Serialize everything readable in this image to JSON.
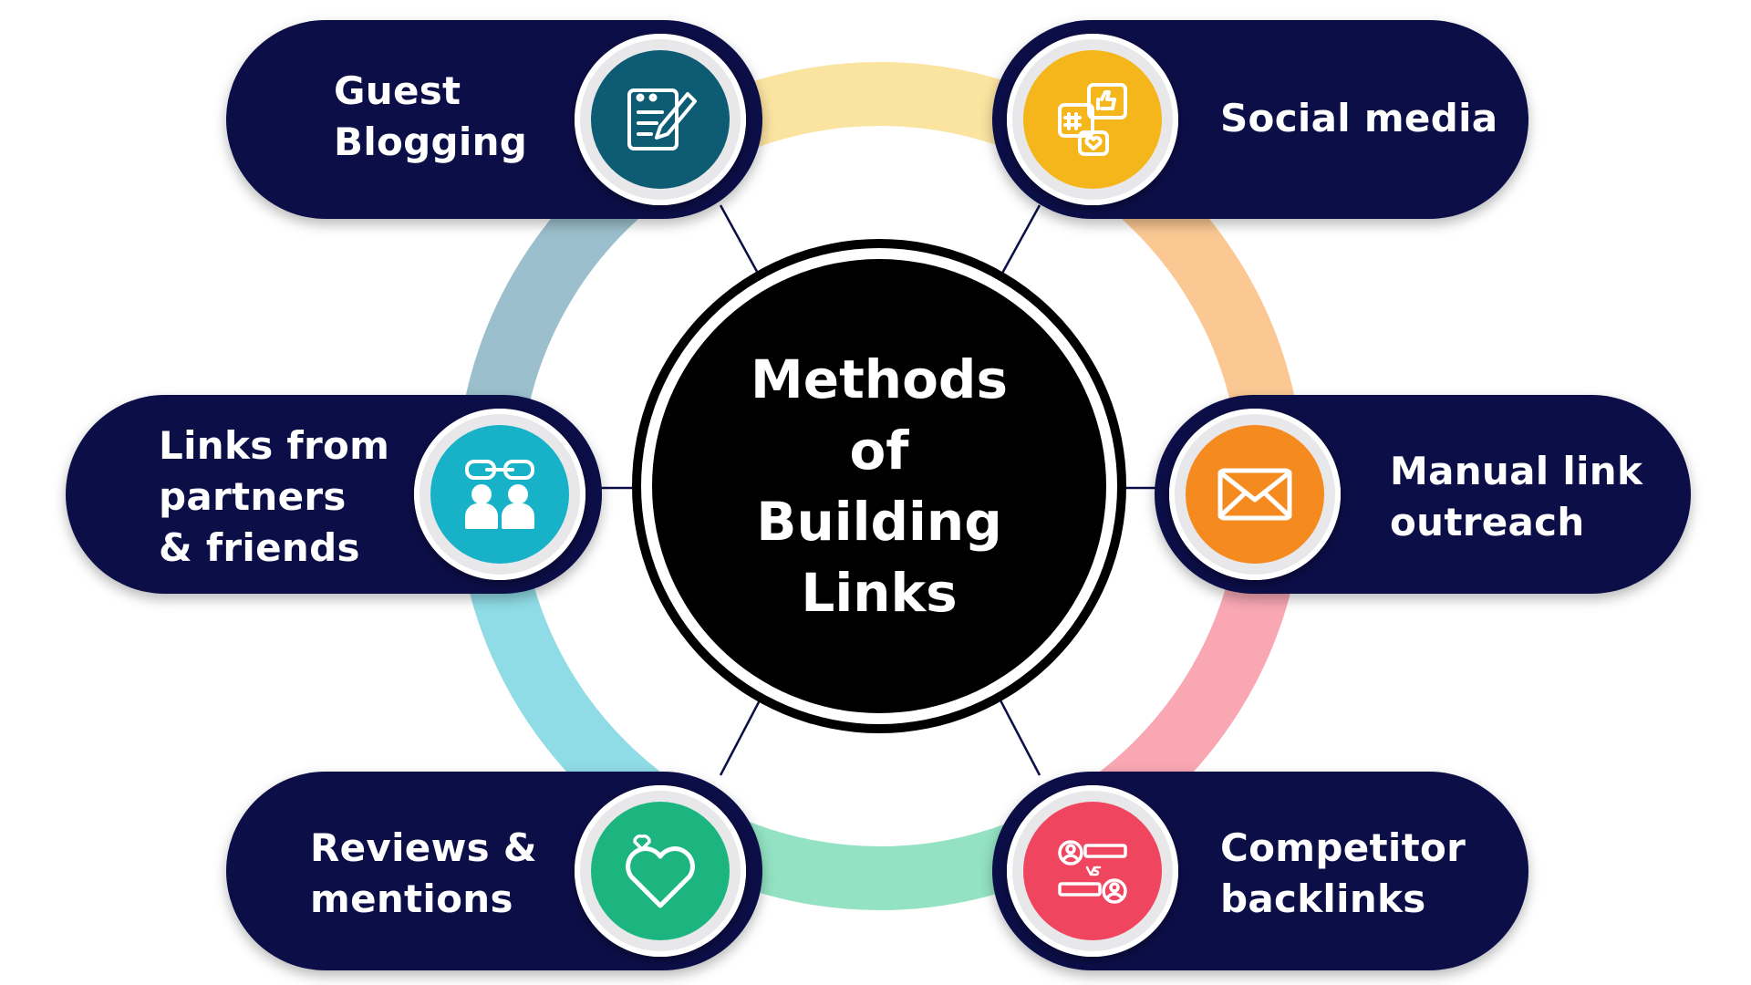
{
  "center": {
    "title": "Methods\nof\nBuilding\nLinks"
  },
  "methods": [
    {
      "label": "Guest\nBlogging",
      "icon": "notepad-pen-icon",
      "color": "#0e5c73",
      "ring_color": "#9bbfcc"
    },
    {
      "label": "Social media",
      "icon": "social-media-icon",
      "color": "#f4b61a",
      "ring_color": "#fbd98b"
    },
    {
      "label": "Links from\npartners\n& friends",
      "icon": "linked-partners-icon",
      "color": "#18b2c8",
      "ring_color": "#8fdbe6"
    },
    {
      "label": "Manual link\noutreach",
      "icon": "envelope-icon",
      "color": "#f58a1f",
      "ring_color": "#fbc893"
    },
    {
      "label": "Reviews &\nmentions",
      "icon": "hearts-icon",
      "color": "#1db57f",
      "ring_color": "#93e2c3"
    },
    {
      "label": "Competitor\nbacklinks",
      "icon": "versus-profiles-icon",
      "color": "#f0455f",
      "ring_color": "#f8a7b3"
    }
  ]
}
